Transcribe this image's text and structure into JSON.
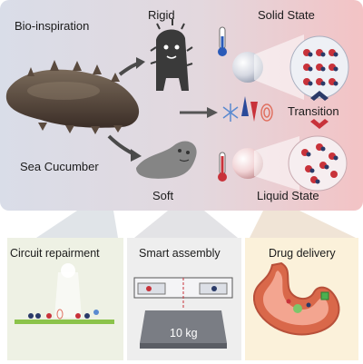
{
  "top": {
    "bioinspiration": "Bio-inspiration",
    "rigid": "Rigid",
    "solid_state": "Solid State",
    "transition": "Transition",
    "sea_cucumber": "Sea Cucumber",
    "soft": "Soft",
    "liquid_state": "Liquid State"
  },
  "panels": [
    {
      "label": "Circuit repairment"
    },
    {
      "label": "Smart assembly",
      "weight": "10 kg"
    },
    {
      "label": "Drug delivery"
    }
  ],
  "colors": {
    "top_left_bg": "#d7dbe6",
    "top_right_bg": "#f4c7c8",
    "panel1_bg": "#eef3e3",
    "panel2_bg": "#ececec",
    "panel3_bg": "#fbf2db",
    "sphere_red": "#c8323a",
    "sphere_navy": "#2a3a68"
  },
  "icons": [
    "thermometer-cold-icon",
    "thermometer-hot-icon",
    "snowflake-icon",
    "heat-wave-icon",
    "arrow-icon"
  ]
}
